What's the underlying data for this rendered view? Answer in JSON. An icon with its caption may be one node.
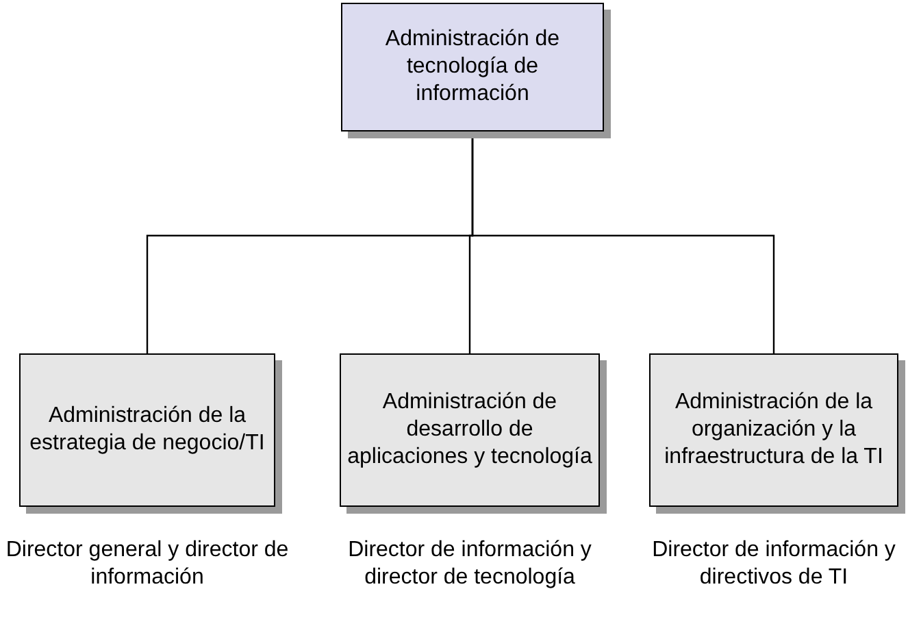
{
  "diagram": {
    "nodes": [
      {
        "text": [
          "Administración de tecnología de información"
        ]
      },
      {
        "text": [
          "Administración de la estrategia de negocio/TI"
        ],
        "beside": [
          "Director general y director de información"
        ]
      },
      {
        "text": [
          "Administración de desarrollo de aplicaciones y tecnología"
        ],
        "beside": [
          "Director de información y director de tecnología"
        ]
      },
      {
        "text": [
          "Administración de la organización y la infraestructura de la TI"
        ],
        "beside": [
          "Director de información y directivos de TI"
        ]
      }
    ],
    "edges": [
      {
        "from": 0,
        "to": 1,
        "arrow": "none"
      },
      {
        "from": 0,
        "to": 2,
        "arrow": "none"
      },
      {
        "from": 0,
        "to": 3,
        "arrow": "none"
      }
    ]
  }
}
